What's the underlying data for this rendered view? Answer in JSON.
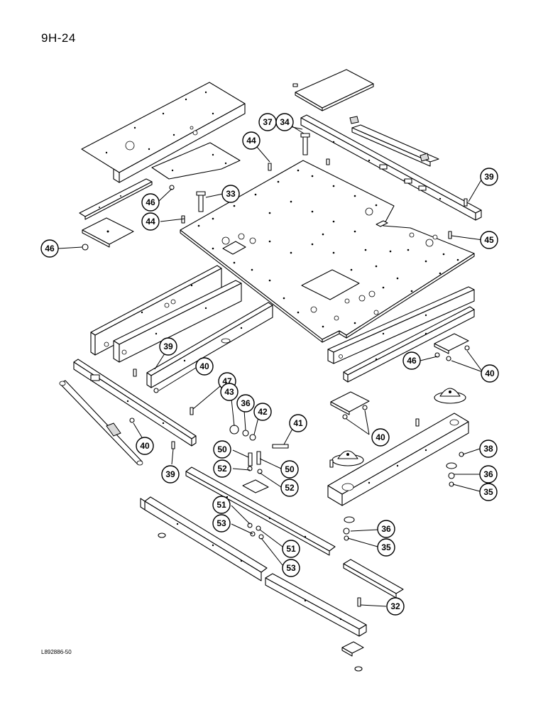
{
  "page": {
    "code": "9H-24",
    "reference": "L892886-50"
  },
  "callouts": [
    {
      "id": "c37a",
      "label": "37"
    },
    {
      "id": "c34",
      "label": "34"
    },
    {
      "id": "c44a",
      "label": "44"
    },
    {
      "id": "c39a",
      "label": "39"
    },
    {
      "id": "c33",
      "label": "33"
    },
    {
      "id": "c46a",
      "label": "46"
    },
    {
      "id": "c44b",
      "label": "44"
    },
    {
      "id": "c45",
      "label": "45"
    },
    {
      "id": "c46b",
      "label": "46"
    },
    {
      "id": "c39b",
      "label": "39"
    },
    {
      "id": "c40a",
      "label": "40"
    },
    {
      "id": "c46c",
      "label": "46"
    },
    {
      "id": "c40b",
      "label": "40"
    },
    {
      "id": "c47",
      "label": "47"
    },
    {
      "id": "c43",
      "label": "43"
    },
    {
      "id": "c36a",
      "label": "36"
    },
    {
      "id": "c42",
      "label": "42"
    },
    {
      "id": "c41",
      "label": "41"
    },
    {
      "id": "c40c",
      "label": "40"
    },
    {
      "id": "c40d",
      "label": "40"
    },
    {
      "id": "c39c",
      "label": "39"
    },
    {
      "id": "c50a",
      "label": "50"
    },
    {
      "id": "c52a",
      "label": "52"
    },
    {
      "id": "c50b",
      "label": "50"
    },
    {
      "id": "c52b",
      "label": "52"
    },
    {
      "id": "c38",
      "label": "38"
    },
    {
      "id": "c36b",
      "label": "36"
    },
    {
      "id": "c35a",
      "label": "35"
    },
    {
      "id": "c51a",
      "label": "51"
    },
    {
      "id": "c53a",
      "label": "53"
    },
    {
      "id": "c51b",
      "label": "51"
    },
    {
      "id": "c53b",
      "label": "53"
    },
    {
      "id": "c36c",
      "label": "36"
    },
    {
      "id": "c35b",
      "label": "35"
    },
    {
      "id": "c32",
      "label": "32"
    }
  ]
}
